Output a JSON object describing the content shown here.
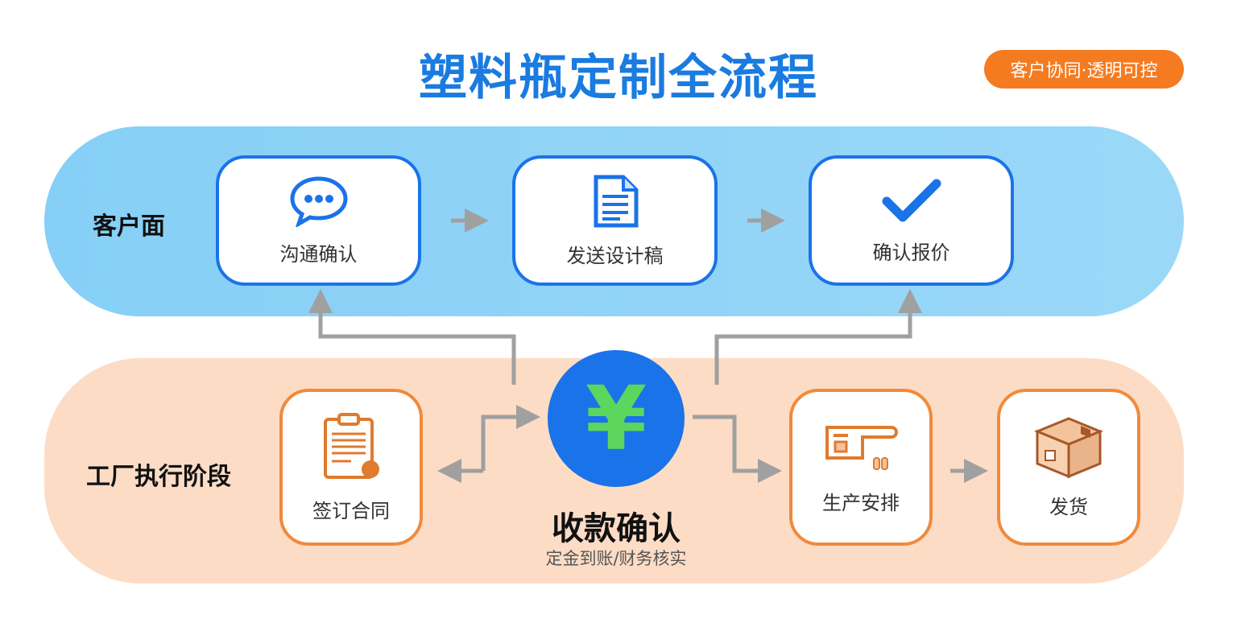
{
  "title": "塑料瓶定制全流程",
  "badge": "客户协同·透明可控",
  "lanes": {
    "customer": "客户面",
    "factory": "工厂执行阶段"
  },
  "customer_steps": [
    {
      "label": "沟通确认",
      "icon": "chat-bubble-icon"
    },
    {
      "label": "发送设计稿",
      "icon": "document-icon"
    },
    {
      "label": "确认报价",
      "icon": "checkmark-icon"
    }
  ],
  "factory_steps": [
    {
      "label": "签订合同",
      "icon": "contract-clipboard-icon"
    },
    {
      "label": "生产安排",
      "icon": "production-machine-icon"
    },
    {
      "label": "发货",
      "icon": "package-box-icon"
    }
  ],
  "payment": {
    "symbol": "¥",
    "title": "收款确认",
    "subtitle": "定金到账/财务核实"
  },
  "colors": {
    "blue": "#1a73e8",
    "orange": "#f08a3c",
    "green": "#5cd65c",
    "arrow": "#a0a0a0"
  }
}
